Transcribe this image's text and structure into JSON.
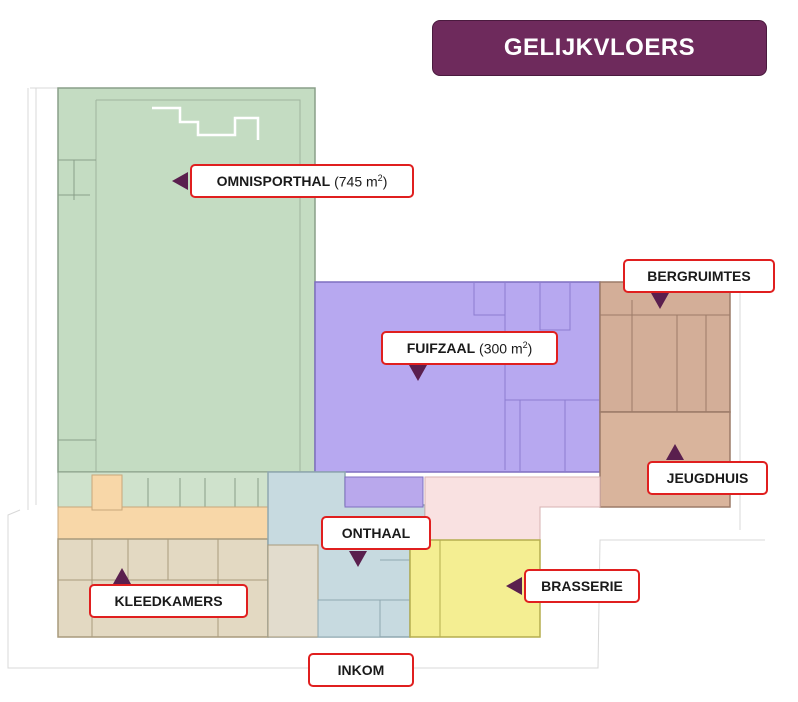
{
  "title": "GELIJKVLOERS",
  "colors": {
    "title_bg": "#6e2a5c",
    "label_border": "#e01f1f",
    "arrow": "#5a1f4e",
    "omnisporthal": "#c4dcc2",
    "fuifzaal": "#b7a8f0",
    "bergruimtes": "#d3ae98",
    "jeugdhuis": "#d9b49c",
    "kleedkamers": "#e3d9c2",
    "corridor": "#f8d7a8",
    "onthaal": "#c7dae0",
    "brasserie": "#f4ee92",
    "pink": "#f9e1e1"
  },
  "rooms": [
    {
      "id": "omnisporthal",
      "name": "OMNISPORTHAL",
      "area": "745",
      "unit": "m",
      "sup": "2"
    },
    {
      "id": "fuifzaal",
      "name": "FUIFZAAL",
      "area": "300",
      "unit": "m",
      "sup": "2"
    },
    {
      "id": "bergruimtes",
      "name": "BERGRUIMTES"
    },
    {
      "id": "jeugdhuis",
      "name": "JEUGDHUIS"
    },
    {
      "id": "onthaal",
      "name": "ONTHAAL"
    },
    {
      "id": "brasserie",
      "name": "BRASSERIE"
    },
    {
      "id": "kleedkamers",
      "name": "KLEEDKAMERS"
    },
    {
      "id": "inkom",
      "name": "INKOM"
    }
  ]
}
